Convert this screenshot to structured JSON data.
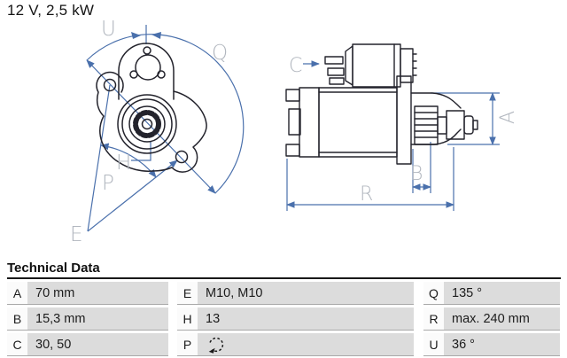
{
  "title": "12 V, 2,5 kW",
  "colors": {
    "outline": "#23232c",
    "dimension_line": "#4a70ac",
    "dimension_label": "#b2b7bf",
    "table_value_bg": "#dcdcdc",
    "table_key_bg": "#fbfbfb",
    "heading_rule": "#181818"
  },
  "diagram": {
    "front_view": {
      "labels": {
        "u": "U",
        "q": "Q",
        "h": "H",
        "p": "P",
        "e": "E"
      }
    },
    "side_view": {
      "labels": {
        "c": "C",
        "a": "A",
        "b": "B",
        "r": "R"
      }
    }
  },
  "table": {
    "heading": "Technical Data",
    "columns": [
      {
        "rows": [
          {
            "key": "A",
            "value": "70 mm"
          },
          {
            "key": "B",
            "value": "15,3 mm"
          },
          {
            "key": "C",
            "value": "30, 50"
          }
        ]
      },
      {
        "rows": [
          {
            "key": "E",
            "value": "M10, M10"
          },
          {
            "key": "H",
            "value": "13"
          },
          {
            "key": "P",
            "value": "",
            "icon": "rotation-direction-icon"
          }
        ]
      },
      {
        "rows": [
          {
            "key": "Q",
            "value": "135 °"
          },
          {
            "key": "R",
            "value": "max. 240 mm"
          },
          {
            "key": "U",
            "value": "36 °"
          }
        ]
      }
    ]
  }
}
